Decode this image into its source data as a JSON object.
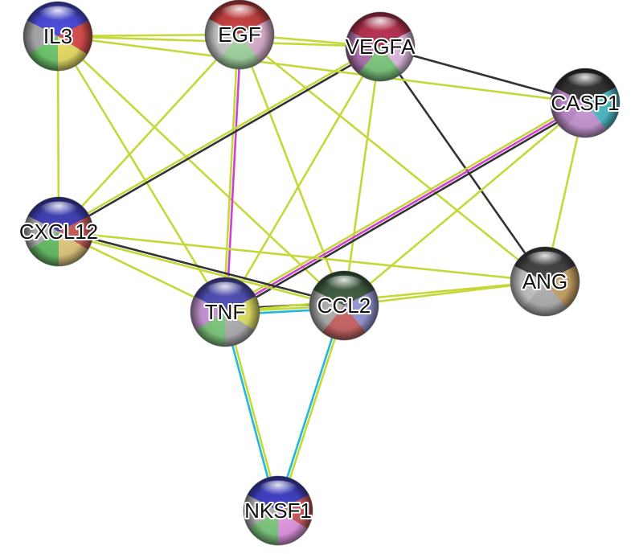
{
  "network": {
    "nodes": [
      {
        "id": "IL3",
        "label": "IL3",
        "colors": [
          "#3b3bd6",
          "#d62020",
          "#e8dc40",
          "#4cc04c",
          "#9a9a9a"
        ]
      },
      {
        "id": "EGF",
        "label": "EGF",
        "colors": [
          "#c03030",
          "#d8a0c8",
          "#8fd08f",
          "#c0c0c0"
        ]
      },
      {
        "id": "VEGFA",
        "label": "VEGFA",
        "colors": [
          "#b02040",
          "#e0b0e0",
          "#60c060",
          "#a050a0"
        ]
      },
      {
        "id": "CASP1",
        "label": "CASP1",
        "colors": [
          "#222222",
          "#20b0c0",
          "#c080d0",
          "#b070c0"
        ]
      },
      {
        "id": "CXCL12",
        "label": "CXCL12",
        "colors": [
          "#3030b0",
          "#c03030",
          "#e0c060",
          "#40b040",
          "#a0a0a0"
        ]
      },
      {
        "id": "TNF",
        "label": "TNF",
        "colors": [
          "#4040b0",
          "#e0e040",
          "#a0a0a0",
          "#60c060",
          "#c080d0"
        ]
      },
      {
        "id": "CCL2",
        "label": "CCL2",
        "colors": [
          "#305030",
          "#8080d0",
          "#c04040",
          "#a0a0a0"
        ]
      },
      {
        "id": "ANG",
        "label": "ANG",
        "colors": [
          "#333333",
          "#c09040",
          "#a0a0a0",
          "#b8b8b8"
        ]
      },
      {
        "id": "NKSF1",
        "label": "NKSF1",
        "colors": [
          "#3030c0",
          "#c03030",
          "#e080e0",
          "#60c060",
          "#a0a0a0"
        ]
      }
    ],
    "edges": [
      {
        "source": "IL3",
        "target": "EGF",
        "colors": [
          "#c5d83a"
        ]
      },
      {
        "source": "IL3",
        "target": "VEGFA",
        "colors": [
          "#c5d83a"
        ]
      },
      {
        "source": "IL3",
        "target": "CXCL12",
        "colors": [
          "#c5d83a"
        ]
      },
      {
        "source": "IL3",
        "target": "TNF",
        "colors": [
          "#c5d83a"
        ]
      },
      {
        "source": "IL3",
        "target": "CCL2",
        "colors": [
          "#c5d83a"
        ]
      },
      {
        "source": "EGF",
        "target": "VEGFA",
        "colors": [
          "#c5d83a"
        ]
      },
      {
        "source": "EGF",
        "target": "CXCL12",
        "colors": [
          "#c5d83a"
        ]
      },
      {
        "source": "EGF",
        "target": "TNF",
        "colors": [
          "#d040d0",
          "#c5d83a"
        ]
      },
      {
        "source": "EGF",
        "target": "CCL2",
        "colors": [
          "#c5d83a"
        ]
      },
      {
        "source": "EGF",
        "target": "ANG",
        "colors": [
          "#c5d83a"
        ]
      },
      {
        "source": "VEGFA",
        "target": "CASP1",
        "colors": [
          "#333333"
        ]
      },
      {
        "source": "VEGFA",
        "target": "CXCL12",
        "colors": [
          "#333333",
          "#c5d83a"
        ]
      },
      {
        "source": "VEGFA",
        "target": "TNF",
        "colors": [
          "#c5d83a"
        ]
      },
      {
        "source": "VEGFA",
        "target": "CCL2",
        "colors": [
          "#c5d83a"
        ]
      },
      {
        "source": "VEGFA",
        "target": "ANG",
        "colors": [
          "#333333"
        ]
      },
      {
        "source": "CASP1",
        "target": "IL3",
        "colors": [
          "#c5d83a"
        ]
      },
      {
        "source": "CASP1",
        "target": "TNF",
        "colors": [
          "#333333",
          "#d040d0",
          "#c5d83a"
        ]
      },
      {
        "source": "CASP1",
        "target": "CCL2",
        "colors": [
          "#c5d83a"
        ]
      },
      {
        "source": "CASP1",
        "target": "ANG",
        "colors": [
          "#c5d83a"
        ]
      },
      {
        "source": "CXCL12",
        "target": "TNF",
        "colors": [
          "#c5d83a"
        ]
      },
      {
        "source": "CXCL12",
        "target": "CCL2",
        "colors": [
          "#333333",
          "#c5d83a"
        ]
      },
      {
        "source": "CXCL12",
        "target": "ANG",
        "colors": [
          "#c5d83a"
        ]
      },
      {
        "source": "TNF",
        "target": "CCL2",
        "colors": [
          "#333333",
          "#c5d83a",
          "#22b8d8"
        ]
      },
      {
        "source": "TNF",
        "target": "ANG",
        "colors": [
          "#c5d83a"
        ]
      },
      {
        "source": "TNF",
        "target": "NKSF1",
        "colors": [
          "#c5d83a",
          "#22b8d8"
        ]
      },
      {
        "source": "CCL2",
        "target": "ANG",
        "colors": [
          "#c5d83a"
        ]
      },
      {
        "source": "CCL2",
        "target": "NKSF1",
        "colors": [
          "#c5d83a",
          "#22b8d8"
        ]
      }
    ]
  }
}
